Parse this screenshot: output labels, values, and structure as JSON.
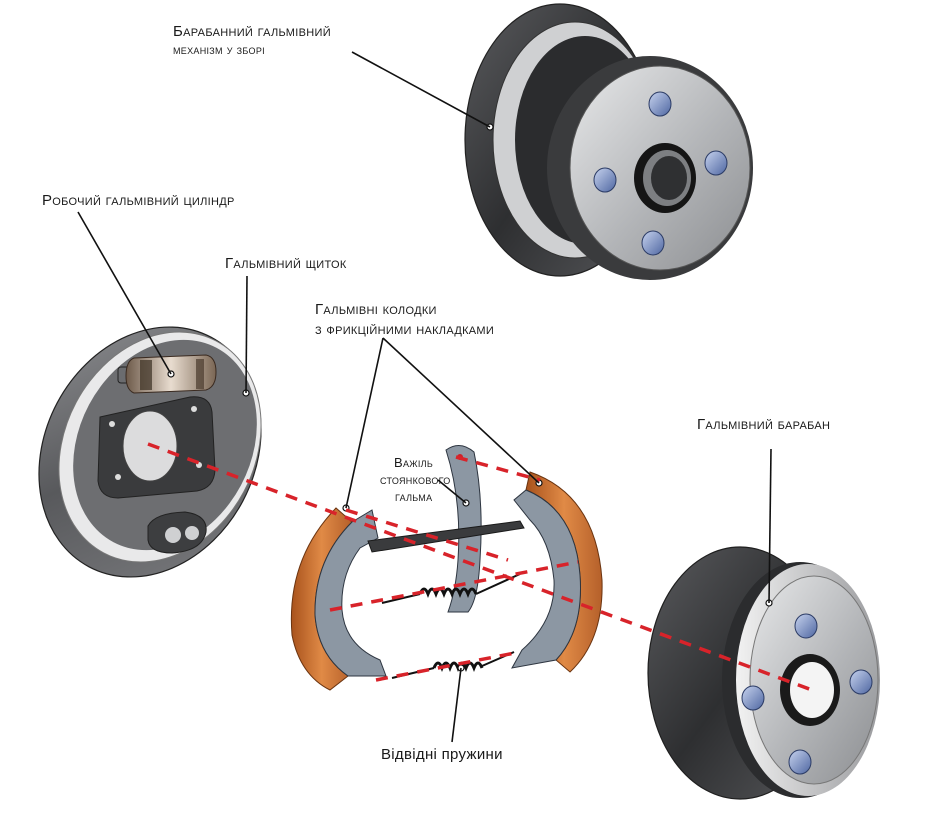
{
  "labels": {
    "assembled": [
      "Барабанний гальмівний",
      "механізм у зборі"
    ],
    "wheel_cylinder": "Робочий гальмівний циліндр",
    "backing_plate": "Гальмівний щиток",
    "shoes": [
      "Гальмівні колодки",
      "з фрикційними накладками"
    ],
    "parking_lever": [
      "Важіль",
      "стоянкового",
      "гальма"
    ],
    "drum": "Гальмівний барабан",
    "springs": "Відвідні пружини"
  },
  "colors": {
    "leader": "#111111",
    "axis": "#d8232a",
    "lining": "#c96a2a",
    "shoe_metal": "#7e8a96",
    "drum_dark": "#3a3a3c",
    "drum_light": "#c9cacc",
    "stud": "#6f86b8"
  }
}
